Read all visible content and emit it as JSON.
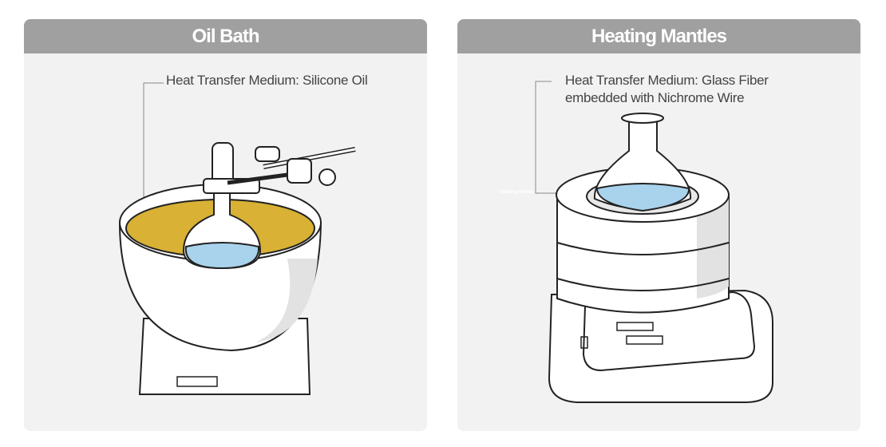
{
  "panels": [
    {
      "title": "Oil Bath",
      "label": "Heat Transfer Medium: Silicone Oil"
    },
    {
      "title": "Heating Mantles",
      "label_line1": "Heat Transfer Medium: Glass Fiber",
      "label_line2": "embedded with Nichrome Wire",
      "callout_tag": "Heating Mantle"
    }
  ],
  "colors": {
    "header": "#a0a0a0",
    "panel": "#f2f2f2",
    "oil": "#d8b135",
    "liquid": "#a9d3ec"
  }
}
